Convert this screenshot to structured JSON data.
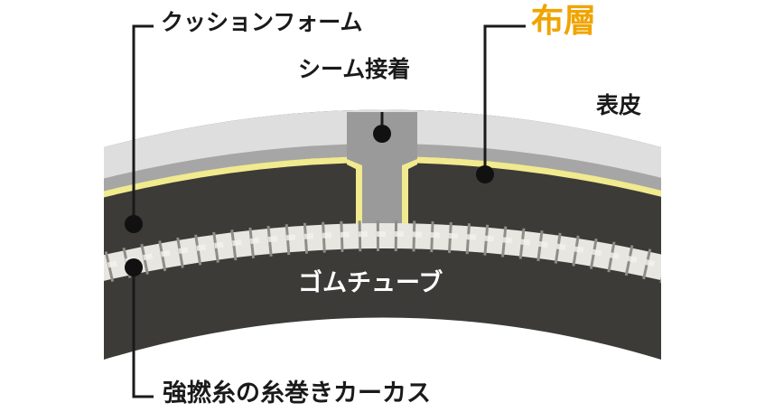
{
  "labels": {
    "cushion_foam": "クッションフォーム",
    "fabric_layer": "布層",
    "seam_bond": "シーム接着",
    "surface_skin": "表皮",
    "rubber_tube": "ゴムチューブ",
    "carcass": "強撚糸の糸巻きカーカス"
  },
  "colors": {
    "text": "#1a1a1a",
    "fabric_accent": "#f0a400",
    "tube_label": "#ffffff",
    "outer_skin": "#dedede",
    "skin_shadow": "#a6a6a6",
    "adhesive_yellow": "#f1ea8f",
    "rubber_dark": "#3d3b37",
    "seam_gray": "#9a9a9a",
    "cord_white": "#e8e6e0",
    "cord_shadow": "#8f8d88",
    "leader_line": "#1a1a1a",
    "marker_dot": "#111111"
  }
}
